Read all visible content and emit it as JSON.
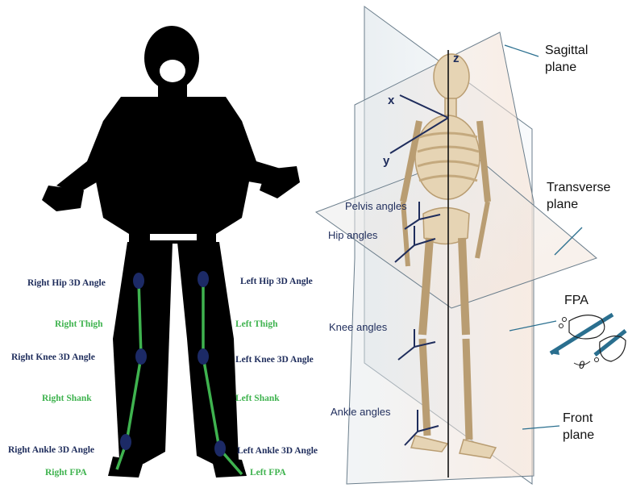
{
  "left_panel": {
    "right_labels": {
      "hip": "Right Hip 3D Angle",
      "thigh": "Right Thigh",
      "knee": "Right Knee 3D Angle",
      "shank": "Right Shank",
      "ankle": "Right Ankle 3D Angle",
      "fpa": "Right FPA"
    },
    "left_labels": {
      "hip": "Left Hip 3D Angle",
      "thigh": "Left Thigh",
      "knee": "Left Knee 3D Angle",
      "shank": "Left Shank",
      "ankle": "Left Ankle 3D Angle",
      "fpa": "Left FPA"
    }
  },
  "right_panel": {
    "axes": {
      "z": "z",
      "x": "x",
      "y": "y"
    },
    "joint_labels": {
      "pelvis": "Pelvis angles",
      "hip": "Hip angles",
      "knee": "Knee angles",
      "ankle": "Ankle angles"
    },
    "plane_labels": {
      "sagittal_line1": "Sagittal",
      "sagittal_line2": "plane",
      "transverse_line1": "Transverse",
      "transverse_line2": "plane",
      "front_line1": "Front",
      "front_line2": "plane"
    },
    "fpa_label": "FPA",
    "theta_label": "θ"
  },
  "colors": {
    "navy": "#1f2d5c",
    "segment_green": "#3fb34f",
    "joint_dot": "#1c2a66",
    "arrow_teal": "#2a6f8f"
  }
}
